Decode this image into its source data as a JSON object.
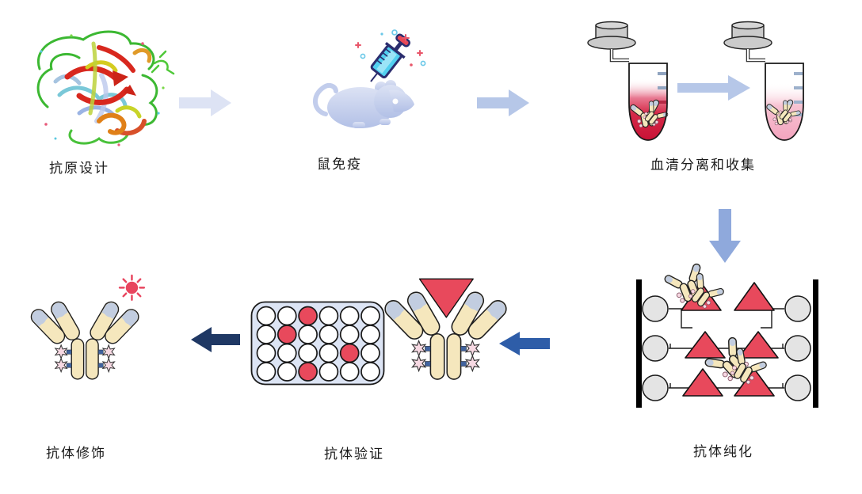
{
  "diagram": {
    "steps": [
      {
        "id": "antigen-design",
        "label": "抗原设计"
      },
      {
        "id": "mouse-immunization",
        "label": "鼠免疫"
      },
      {
        "id": "serum-separation",
        "label": "血清分离和收集"
      },
      {
        "id": "antibody-purification",
        "label": "抗体纯化"
      },
      {
        "id": "antibody-validation",
        "label": "抗体验证"
      },
      {
        "id": "antibody-modification",
        "label": "抗体修饰"
      }
    ]
  },
  "plate": {
    "rows": 4,
    "cols": 6,
    "red_wells": [
      [
        0,
        2
      ],
      [
        1,
        1
      ],
      [
        2,
        4
      ],
      [
        3,
        2
      ]
    ],
    "well_color_positive": "#e8495c",
    "well_color_negative": "#ffffff"
  },
  "colors": {
    "flow_arrow_light": "#dde3f4",
    "flow_arrow_medium": "#b6c7e8",
    "flow_arrow_down": "#8fa9dc",
    "flow_arrow_royal": "#2e5da8",
    "flow_arrow_navy": "#1f3864",
    "antigen_triangle": "#e8495c",
    "antibody_body": "#f5e7bd",
    "antibody_tip": "#c2cde0",
    "serum_dark": "#c81236",
    "serum_light": "#f3a4be",
    "label_text": "#1a1a1a"
  }
}
